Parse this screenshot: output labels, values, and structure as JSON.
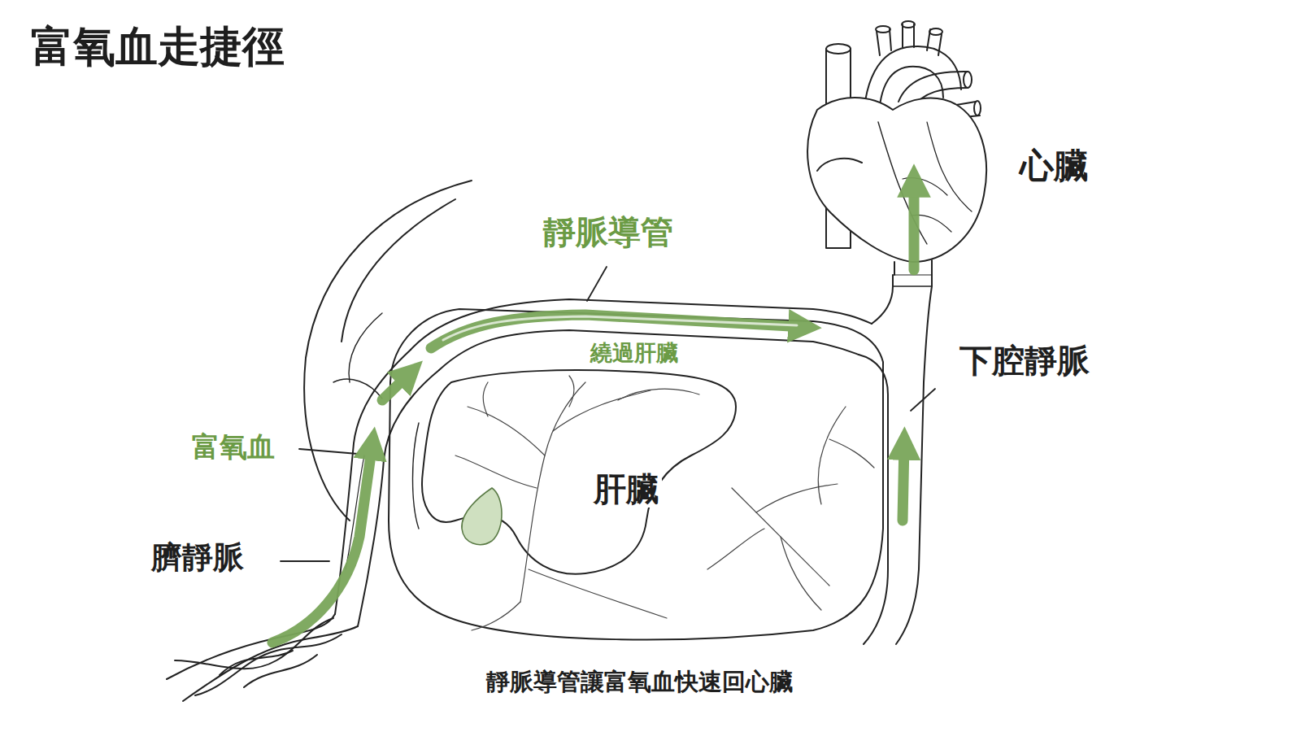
{
  "diagram": {
    "title": "富氧血走捷徑",
    "caption": "靜脈導管讓富氧血快速回心臟",
    "labels": [
      "靜脈導管",
      "繞過肝臟",
      "富氧血",
      "臍靜脈",
      "肝臟",
      "心臟",
      "下腔靜脈"
    ]
  }
}
